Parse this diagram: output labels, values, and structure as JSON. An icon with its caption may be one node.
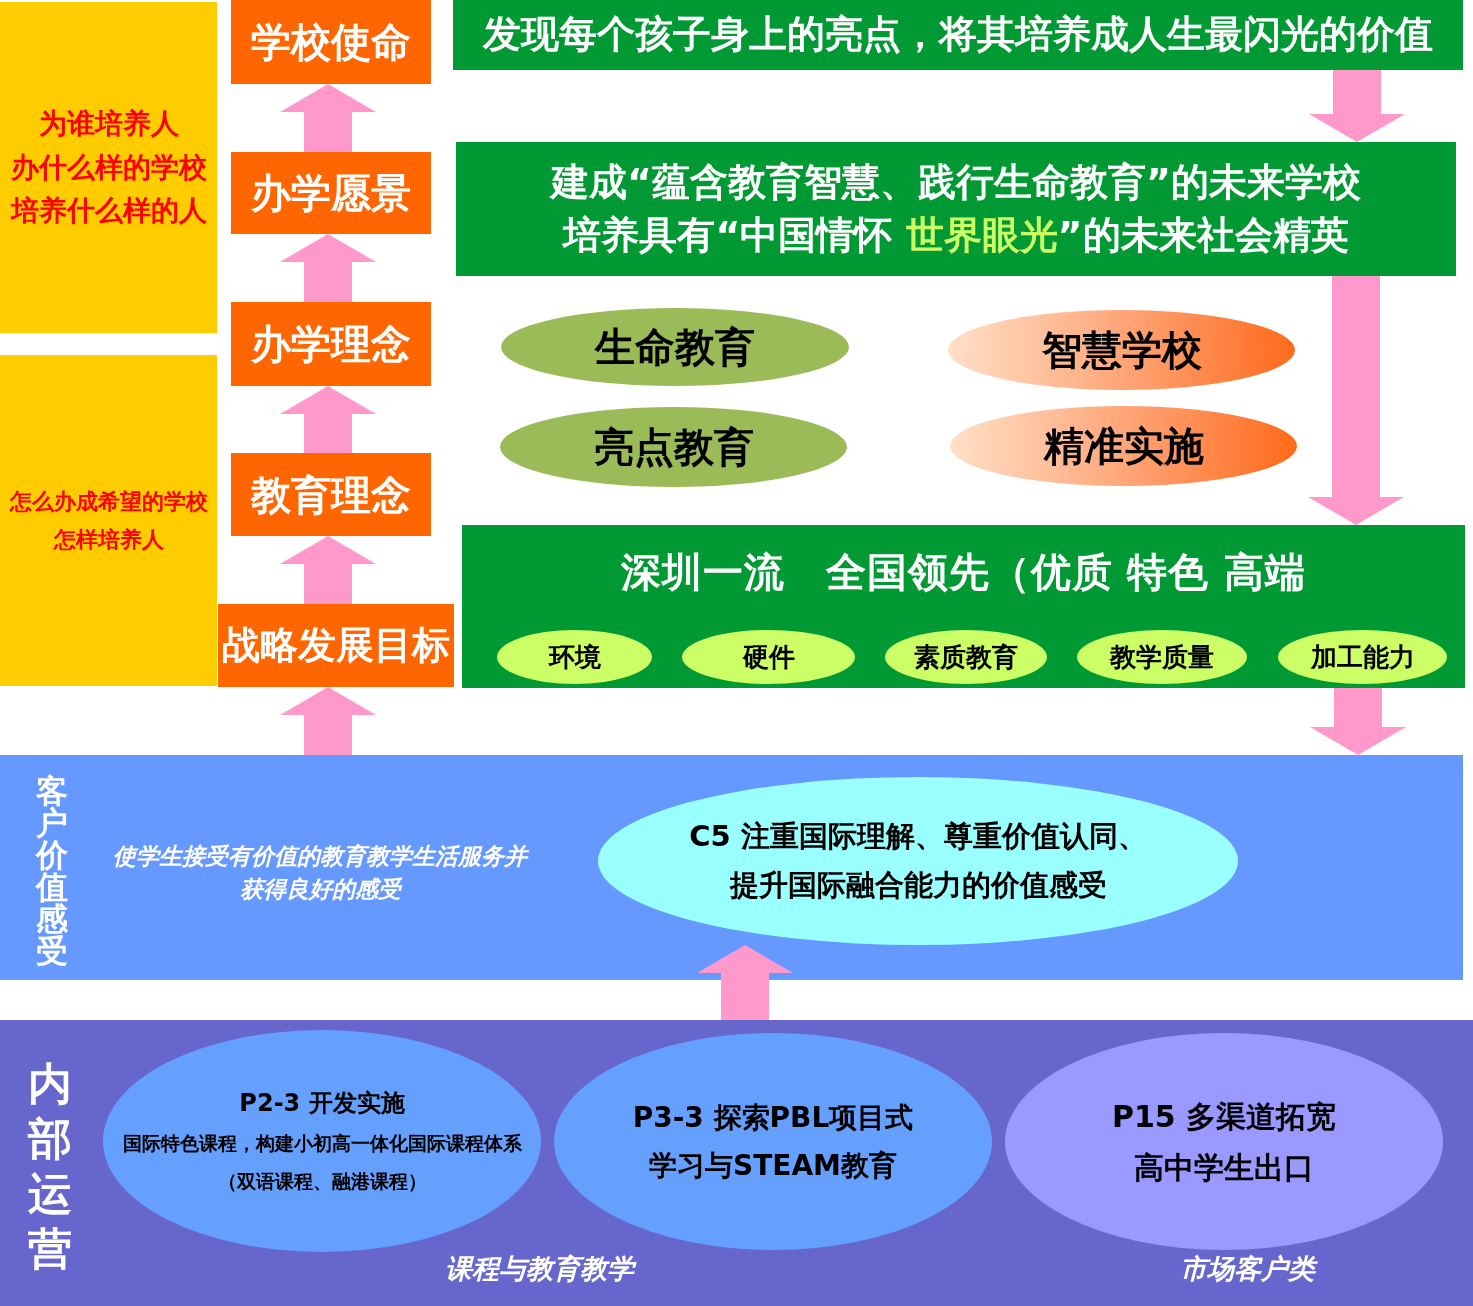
{
  "diagram": {
    "nodes": [
      {
        "text": [
          "为谁培养人",
          "办什么样的学校",
          "培养什么样的人"
        ]
      },
      {
        "text": [
          "学校使命"
        ]
      },
      {
        "text": [
          "发现每个孩子身上的亮点，将其培养成人生最闪光的价值"
        ]
      },
      {
        "text": [
          "办学愿景"
        ]
      },
      {
        "text": [
          "建成“蕴含教育智慧、践行生命教育”的未来学校",
          "培养具有“中国情怀 **世界眼光**”的未来社会精英"
        ]
      },
      {
        "text": [
          "怎么办成希望的学校",
          "怎样培养人"
        ]
      },
      {
        "text": [
          "办学理念"
        ]
      },
      {
        "text": [
          "生命教育"
        ]
      },
      {
        "text": [
          "智慧学校"
        ]
      },
      {
        "text": [
          "亮点教育"
        ]
      },
      {
        "text": [
          "精准实施"
        ]
      },
      {
        "text": [
          "教育理念"
        ]
      },
      {
        "text": [
          "战略发展目标"
        ]
      },
      {
        "text": [
          "深圳一流　全国领先（优质 特色 高端"
        ]
      },
      {
        "text": [
          "环境"
        ],
        "in": 13
      },
      {
        "text": [
          "硬件"
        ],
        "in": 13
      },
      {
        "text": [
          "素质教育"
        ],
        "in": 13
      },
      {
        "text": [
          "教学质量"
        ],
        "in": 13
      },
      {
        "text": [
          "加工能力"
        ],
        "in": 13
      },
      {
        "text": [
          "客户价值感受",
          "使学生接受有价值的教育教学生活服务并获得良好的感受"
        ]
      },
      {
        "text": [
          "C5 注重国际理解、尊重价值认同、提升国际融合能力的价值感受"
        ],
        "in": 19
      },
      {
        "text": [
          "内部运营",
          "课程与教育教学",
          "市场客户类"
        ]
      },
      {
        "text": [
          "P2-3 开发实施",
          "国际特色课程，构建小初高一体化国际课程体系",
          "（双语课程、融港课程）"
        ],
        "in": 21
      },
      {
        "text": [
          "P3-3 探索PBL项目式学习与STEAM教育"
        ],
        "in": 21
      },
      {
        "text": [
          "P15 多渠道拓宽高中学生出口"
        ],
        "in": 21
      }
    ],
    "edges": [
      {
        "from": 3,
        "to": 1,
        "arrow": "to"
      },
      {
        "from": 6,
        "to": 3,
        "arrow": "to"
      },
      {
        "from": 11,
        "to": 6,
        "arrow": "to"
      },
      {
        "from": 12,
        "to": 11,
        "arrow": "to"
      },
      {
        "from": 19,
        "to": 12,
        "arrow": "to"
      },
      {
        "from": 2,
        "to": 4,
        "arrow": "to"
      },
      {
        "from": 4,
        "to": 13,
        "arrow": "to"
      },
      {
        "from": 13,
        "to": 19,
        "arrow": "to"
      },
      {
        "from": 21,
        "to": 20,
        "arrow": "to"
      }
    ]
  }
}
